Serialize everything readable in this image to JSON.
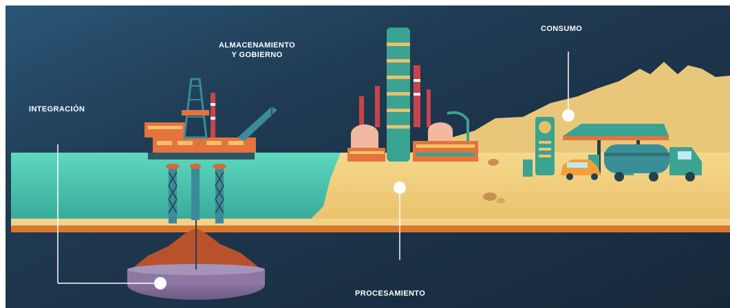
{
  "labels": {
    "integracion": "INTEGRACIÓN",
    "almacenamiento_line1": "ALMACENAMIENTO",
    "almacenamiento_line2": "Y GOBIERNO",
    "consumo": "CONSUMO",
    "procesamiento": "PROCESAMIENTO"
  },
  "colors": {
    "background": "#1e3448",
    "sea": "#4ec9b0",
    "sand": "#f0cf7e",
    "ground_stripe": "#d9772a",
    "reservoir": "#8f7aa3",
    "connector": "#ffffff"
  },
  "icons": [
    "oil-platform-icon",
    "refinery-icon",
    "gas-station-icon",
    "fuel-truck-icon",
    "car-icon",
    "oil-reservoir-icon"
  ]
}
